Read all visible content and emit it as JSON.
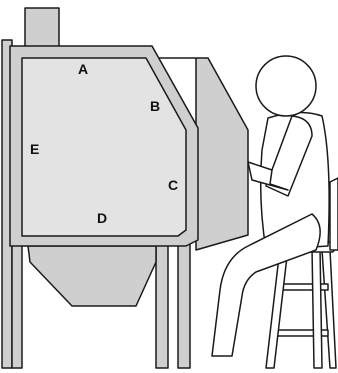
{
  "labels": {
    "a": "A",
    "b": "B",
    "c": "C",
    "d": "D",
    "e": "E"
  },
  "colors": {
    "cabinet_fill": "#cfcfcf",
    "window_fill": "#e3e3e3",
    "outline": "#1a1a1a",
    "figure_fill": "#ffffff"
  }
}
